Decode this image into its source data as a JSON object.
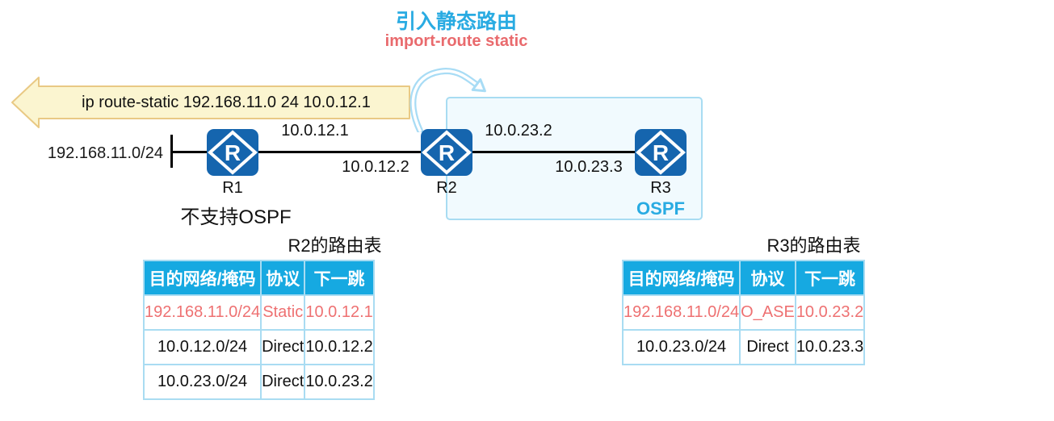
{
  "colors": {
    "accent_blue": "#29ABE2",
    "table_header_bg": "#16A9E1",
    "highlight_red": "#EE7172",
    "command_red": "#E96A6D",
    "router_blue": "#1565AE",
    "table_border": "#A9DCF2",
    "ospf_box_fill": "#F1FAFE",
    "ospf_box_border": "#A8DCF2",
    "banner_fill": "#FBF5D0",
    "banner_border": "#E9C984"
  },
  "annotation": {
    "title_cn": "引入静态路由",
    "command": "import-route static"
  },
  "banner": {
    "command": "ip route-static 192.168.11.0 24 10.0.12.1"
  },
  "topology": {
    "lan_label": "192.168.11.0/24",
    "r1_note": "不支持OSPF",
    "ospf_label": "OSPF",
    "routers": [
      {
        "id": "R1",
        "letter": "R"
      },
      {
        "id": "R2",
        "letter": "R"
      },
      {
        "id": "R3",
        "letter": "R"
      }
    ],
    "ip_labels": {
      "r1_side": "10.0.12.1",
      "r2_left_side": "10.0.12.2",
      "r2_right_side": "10.0.23.2",
      "r3_side": "10.0.23.3"
    }
  },
  "tables": [
    {
      "title": "R2的路由表",
      "headers": [
        "目的网络/掩码",
        "协议",
        "下一跳"
      ],
      "rows": [
        {
          "cells": [
            "192.168.11.0/24",
            "Static",
            "10.0.12.1"
          ],
          "highlight": true
        },
        {
          "cells": [
            "10.0.12.0/24",
            "Direct",
            "10.0.12.2"
          ],
          "highlight": false
        },
        {
          "cells": [
            "10.0.23.0/24",
            "Direct",
            "10.0.23.2"
          ],
          "highlight": false
        }
      ]
    },
    {
      "title": "R3的路由表",
      "headers": [
        "目的网络/掩码",
        "协议",
        "下一跳"
      ],
      "rows": [
        {
          "cells": [
            "192.168.11.0/24",
            "O_ASE",
            "10.0.23.2"
          ],
          "highlight": true
        },
        {
          "cells": [
            "10.0.23.0/24",
            "Direct",
            "10.0.23.3"
          ],
          "highlight": false
        }
      ]
    }
  ]
}
